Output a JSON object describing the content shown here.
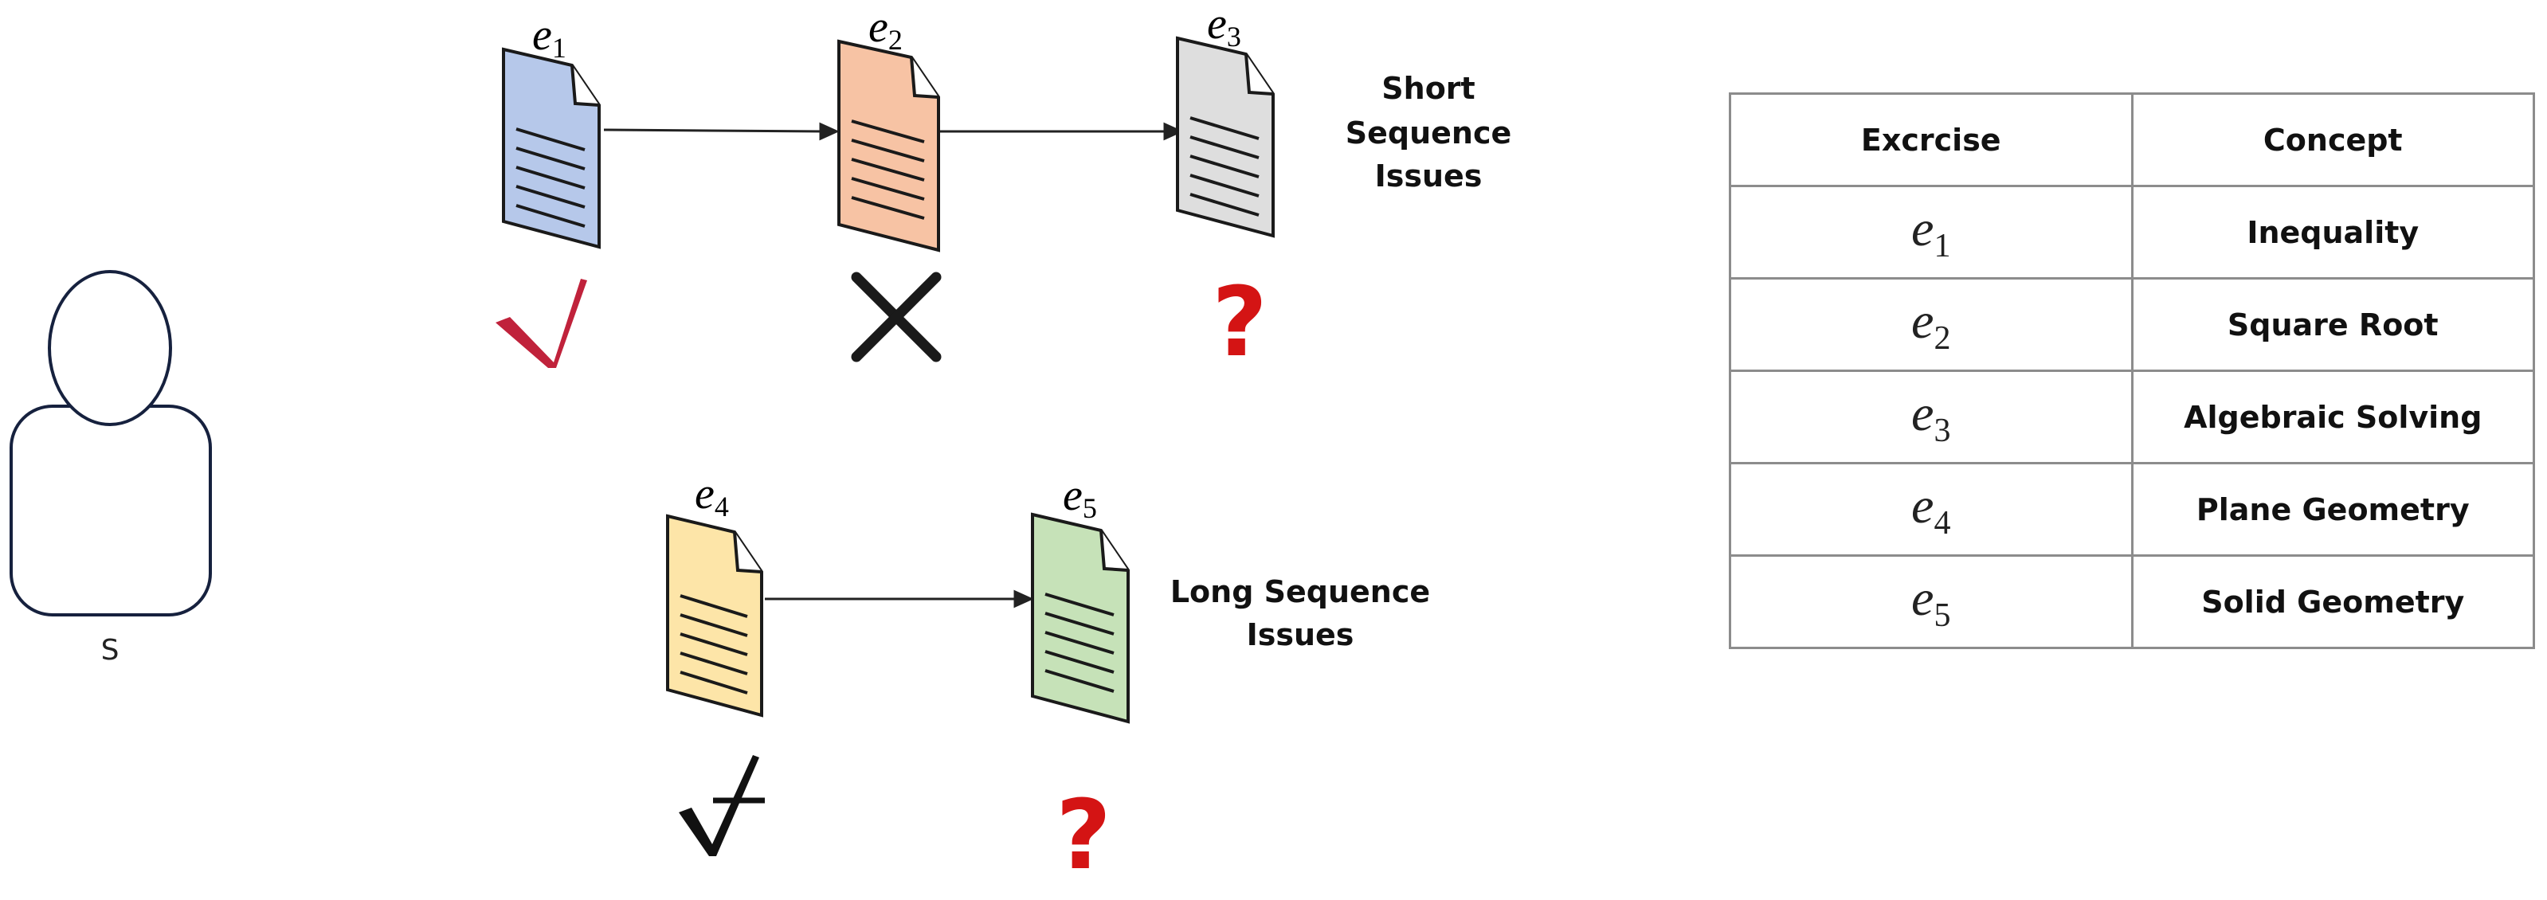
{
  "student": {
    "label": "S"
  },
  "exercises": [
    {
      "id": "e1",
      "base": "e",
      "sub": "1",
      "mark": "correct",
      "color": "#b6c8ea"
    },
    {
      "id": "e2",
      "base": "e",
      "sub": "2",
      "mark": "wrong",
      "color": "#f7c3a4"
    },
    {
      "id": "e3",
      "base": "e",
      "sub": "3",
      "mark": "unknown",
      "color": "#dedede"
    },
    {
      "id": "e4",
      "base": "e",
      "sub": "4",
      "mark": "uncertain",
      "color": "#fde5a8"
    },
    {
      "id": "e5",
      "base": "e",
      "sub": "5",
      "mark": "unknown",
      "color": "#c6e2b8"
    }
  ],
  "labels": {
    "short_sequence": [
      "Short",
      "Sequence",
      "Issues"
    ],
    "long_sequence": [
      "Long Sequence",
      "Issues"
    ]
  },
  "table": {
    "headers": [
      "Excrcise",
      "Concept"
    ],
    "rows": [
      {
        "base": "e",
        "sub": "1",
        "concept": "Inequality"
      },
      {
        "base": "e",
        "sub": "2",
        "concept": "Square Root"
      },
      {
        "base": "e",
        "sub": "3",
        "concept": "Algebraic Solving"
      },
      {
        "base": "e",
        "sub": "4",
        "concept": "Plane Geometry"
      },
      {
        "base": "e",
        "sub": "5",
        "concept": "Solid Geometry"
      }
    ]
  },
  "colors": {
    "correct": "#c0223b",
    "wrong": "#1a1a1a",
    "unknown": "#d41414",
    "person_outline": "#16213e"
  }
}
